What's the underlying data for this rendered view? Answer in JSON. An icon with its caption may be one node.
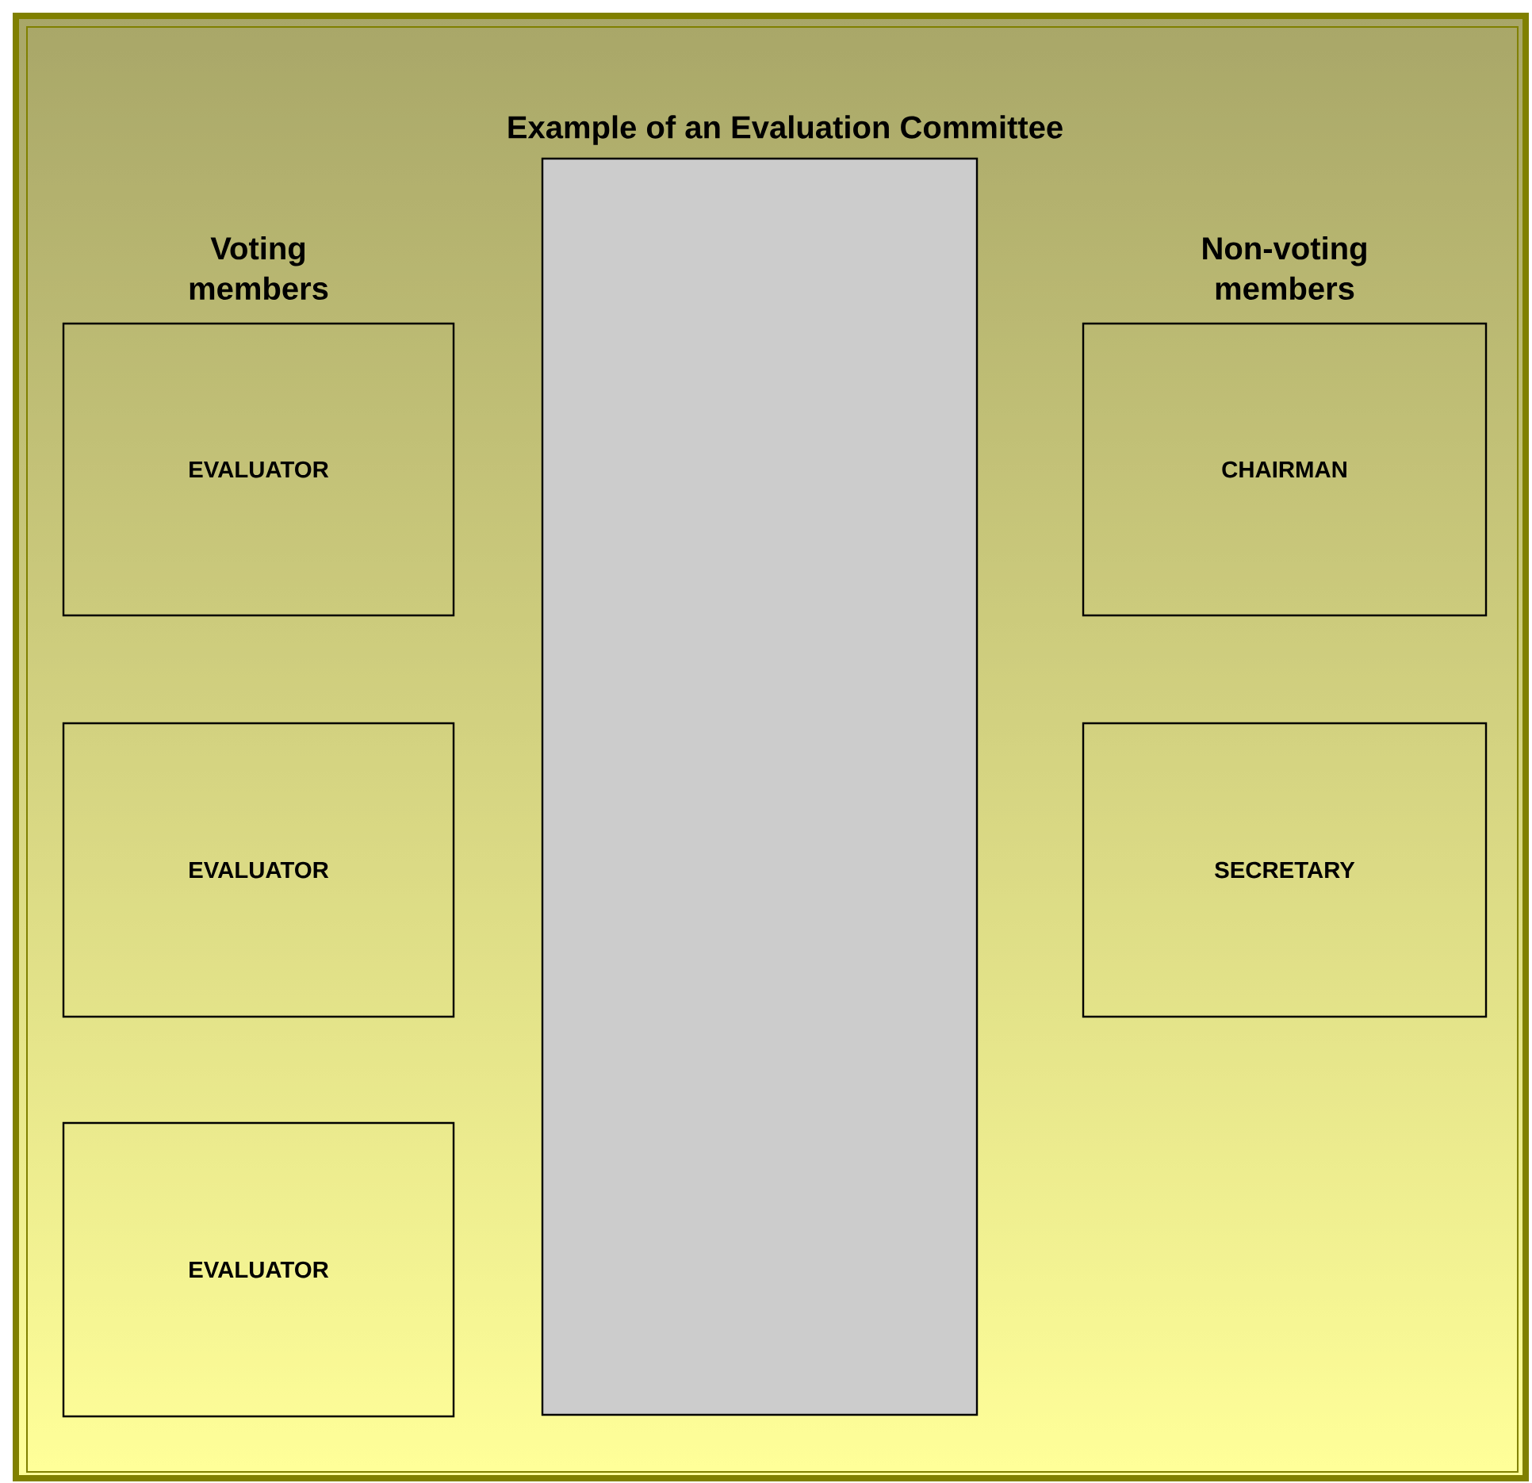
{
  "diagram": {
    "nodes": [
      {
        "text": [
          "Example of an Evaluation Committee"
        ]
      },
      {
        "text": [],
        "shape": "box",
        "in": 0
      },
      {
        "text": [
          "EVALUATOR"
        ],
        "in": 0
      },
      {
        "text": [
          "EVALUATOR"
        ],
        "in": 0
      },
      {
        "text": [
          "EVALUATOR"
        ],
        "in": 0
      },
      {
        "text": [
          "CHAIRMAN"
        ],
        "in": 0
      },
      {
        "text": [
          "SECRETARY"
        ],
        "in": 0
      }
    ],
    "edges": [],
    "labels": [
      "Voting members",
      "Non-voting members"
    ]
  }
}
